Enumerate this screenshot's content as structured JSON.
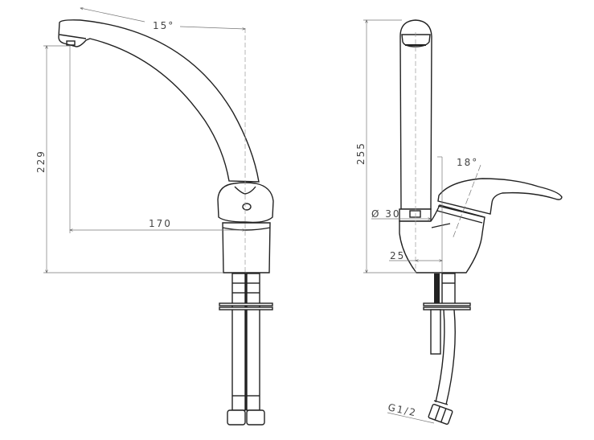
{
  "drawing": {
    "front_view": {
      "spout_angle": "15°",
      "height": "229",
      "reach": "170"
    },
    "side_view": {
      "height": "255",
      "diameter": "Ø 30",
      "offset": "25",
      "lever_angle": "18°",
      "thread": "G1/2"
    }
  }
}
